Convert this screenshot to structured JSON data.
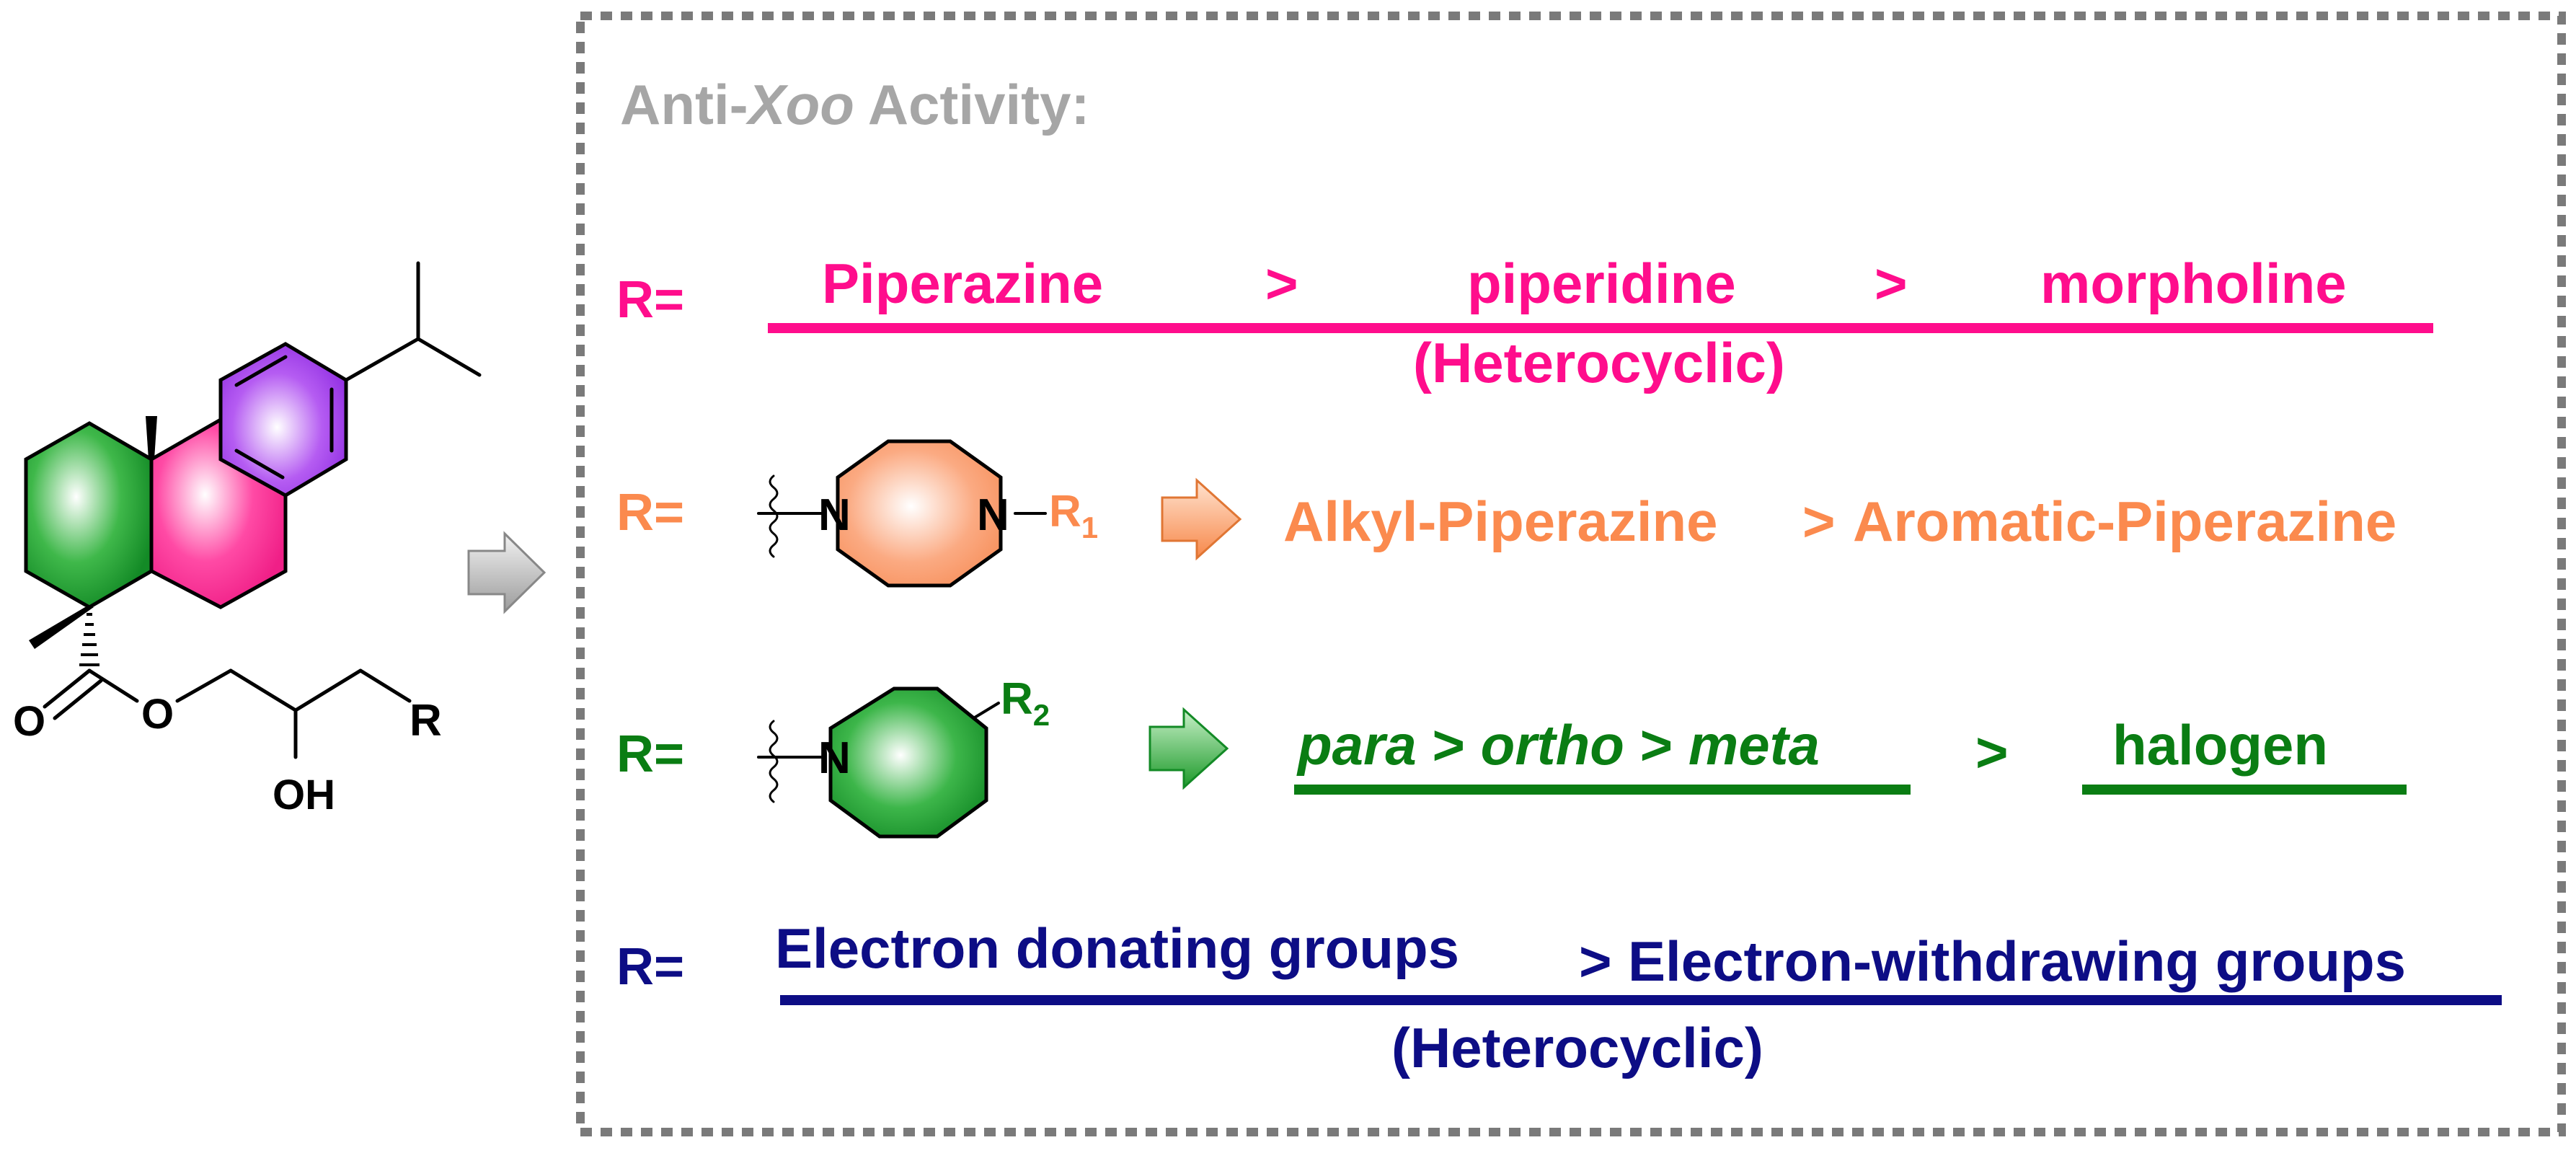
{
  "colors": {
    "pink": "#ff0d8c",
    "orange": "#fb8a4e",
    "green": "#0a7d13",
    "navy": "#0d0d85",
    "gray": "#a6a6a6",
    "purple": "#9a36e8"
  },
  "molecule": {
    "r_label": "R",
    "oh_label": "OH",
    "o_carbonyl": "O",
    "o_ester": "O"
  },
  "box": {
    "title_pre": "Anti-",
    "title_italic": "Xoo",
    "title_post": " Activity:"
  },
  "row1": {
    "r": "R=",
    "item1": "Piperazine",
    "gt1": ">",
    "item2": "piperidine",
    "gt2": ">",
    "item3": "morpholine",
    "sub": "(Heterocyclic)"
  },
  "row2": {
    "r": "R=",
    "n1": "N",
    "n2": "N",
    "r1": "R",
    "r1_sub": "1",
    "text1": "Alkyl-Piperazine",
    "gt": ">",
    "text2": "Aromatic-Piperazine"
  },
  "row3": {
    "r": "R=",
    "n": "N",
    "r2": "R",
    "r2_sub": "2",
    "para": "para",
    "gt1": ">",
    "ortho": "ortho",
    "gt2": ">",
    "meta": "meta",
    "gt3": ">",
    "halogen": "halogen"
  },
  "row4": {
    "r": "R=",
    "text1": "Electron donating groups",
    "gt": ">",
    "text2": "Electron-withdrawing groups",
    "sub": "(Heterocyclic)"
  }
}
